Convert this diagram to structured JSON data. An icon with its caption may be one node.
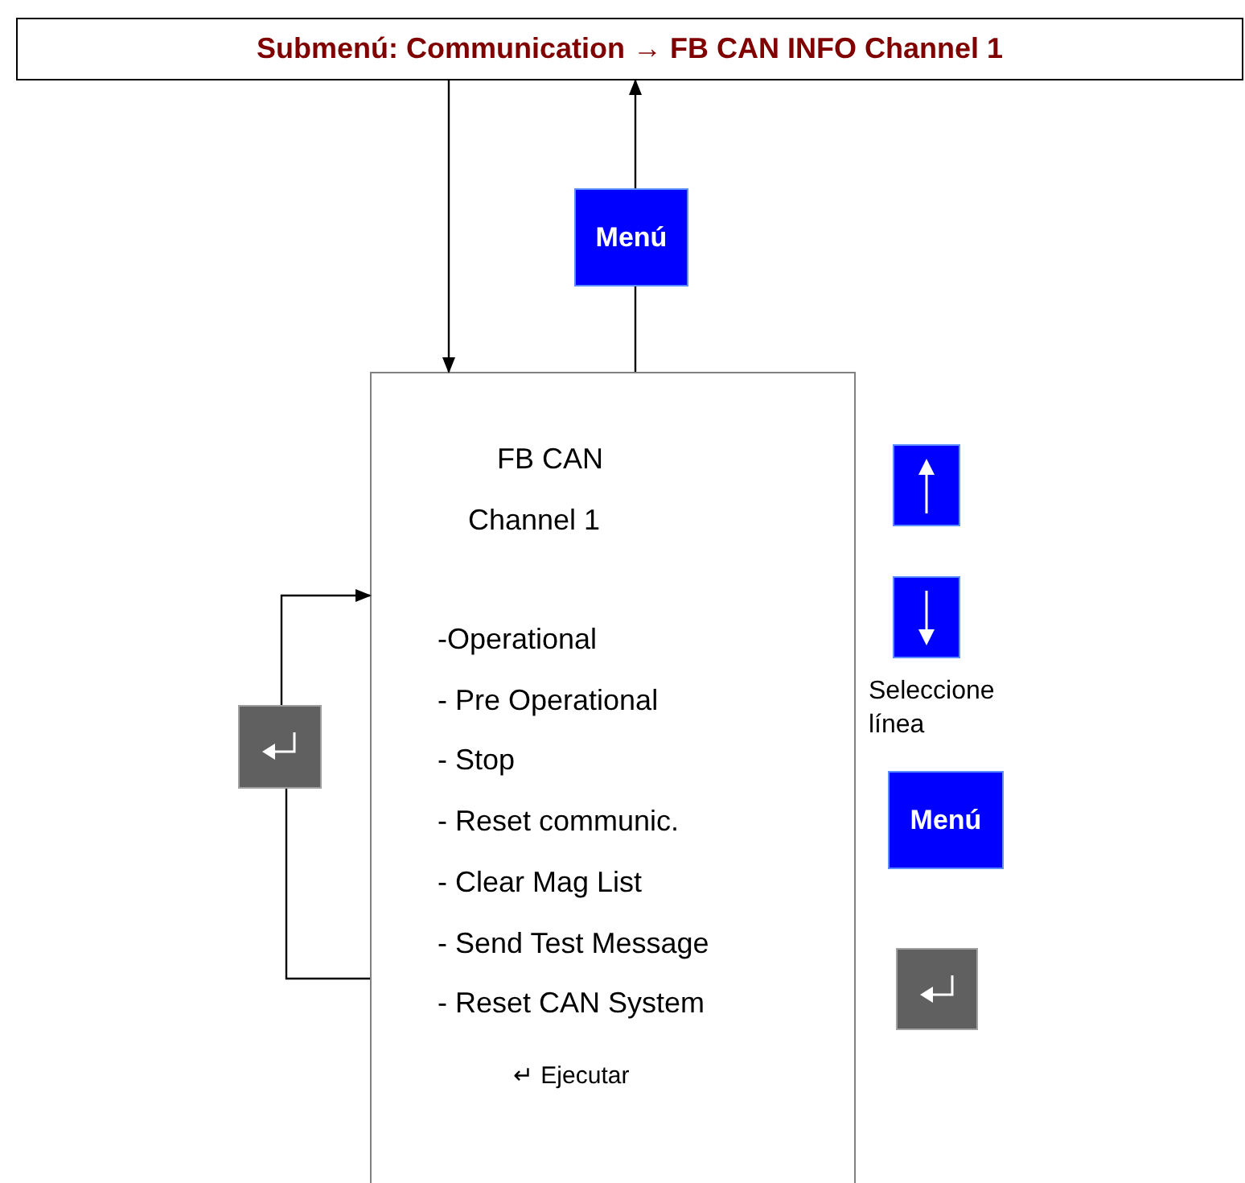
{
  "diagram": {
    "nodes": [
      {
        "text": [
          "Submenú: Communication → FB CAN INFO Channel 1"
        ]
      },
      {
        "text": [
          "Menú"
        ]
      },
      {
        "text": [
          "FB CAN",
          "Channel 1",
          "-Operational",
          "- Pre Operational",
          "- Stop",
          "- Reset communic.",
          "- Clear Mag List",
          "- Send Test Message",
          "- Reset CAN System",
          "↵ Ejecutar"
        ]
      },
      {
        "text": [],
        "shape": "box"
      },
      {
        "text": [],
        "shape": "box"
      },
      {
        "text": [],
        "shape": "box",
        "beside": [
          "Seleccione línea"
        ]
      },
      {
        "text": [
          "Menú"
        ]
      },
      {
        "text": [],
        "shape": "box"
      }
    ],
    "edges": [
      {
        "from": 0,
        "to": 2,
        "arrow": "to"
      },
      {
        "from": 2,
        "to": 1,
        "arrow": "none"
      },
      {
        "from": 1,
        "to": 0,
        "arrow": "to"
      },
      {
        "from": 2,
        "to": 3,
        "arrow": "none"
      },
      {
        "from": 3,
        "to": 2,
        "arrow": "to"
      }
    ]
  }
}
